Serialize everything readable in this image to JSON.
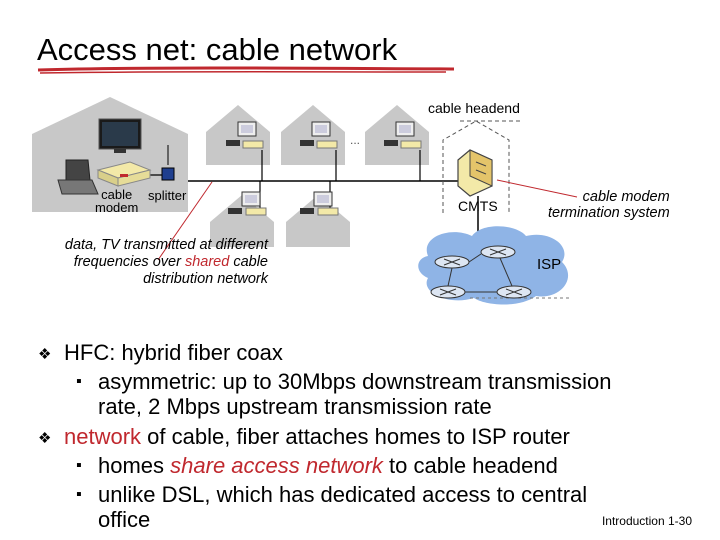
{
  "slide": {
    "title": "Access net: cable network",
    "footer": "Introduction 1-30"
  },
  "diagram": {
    "label_headend": "cable headend",
    "label_modem": "cable\nmodem",
    "label_splitter": "splitter",
    "label_cmts": "CMTS",
    "label_cmts_full": "cable modem\ntermination system",
    "label_isp": "ISP",
    "ellipsis": "...",
    "caption_part1": "data, TV transmitted at different frequencies over ",
    "caption_red": "shared",
    "caption_part2": " cable distribution network"
  },
  "bullets": [
    {
      "text": "HFC: hybrid fiber coax",
      "subs": [
        {
          "line1": "asymmetric: up to 30Mbps downstream transmission",
          "line2": "rate, 2 Mbps upstream transmission rate"
        }
      ]
    },
    {
      "red_prefix": "network",
      "text": " of cable, fiber attaches homes to ISP router",
      "subs": [
        {
          "pre": "homes ",
          "red": "share access network",
          "post": " to cable headend"
        },
        {
          "line1": "unlike DSL, which has dedicated access to central",
          "line2": "office"
        }
      ]
    }
  ],
  "colors": {
    "accent_red": "#c0282e",
    "house_gray": "#c8c8c8",
    "cloud_blue": "#8fb4e6",
    "modem_yellow": "#f3e9a8"
  }
}
